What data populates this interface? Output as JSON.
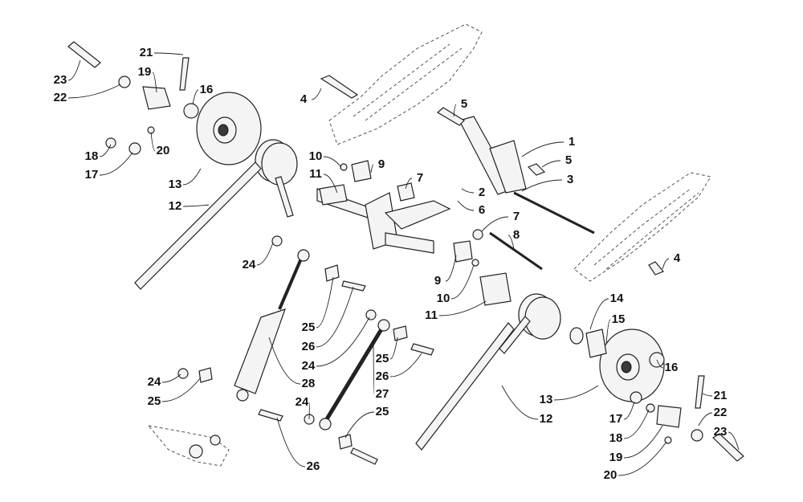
{
  "callouts": [
    {
      "id": "c1",
      "text": "1"
    },
    {
      "id": "c2",
      "text": "2"
    },
    {
      "id": "c3",
      "text": "3"
    },
    {
      "id": "c4a",
      "text": "4"
    },
    {
      "id": "c4b",
      "text": "4"
    },
    {
      "id": "c5a",
      "text": "5"
    },
    {
      "id": "c5b",
      "text": "5"
    },
    {
      "id": "c6",
      "text": "6"
    },
    {
      "id": "c7a",
      "text": "7"
    },
    {
      "id": "c7b",
      "text": "7"
    },
    {
      "id": "c8",
      "text": "8"
    },
    {
      "id": "c9a",
      "text": "9"
    },
    {
      "id": "c9b",
      "text": "9"
    },
    {
      "id": "c10a",
      "text": "10"
    },
    {
      "id": "c10b",
      "text": "10"
    },
    {
      "id": "c11a",
      "text": "11"
    },
    {
      "id": "c11b",
      "text": "11"
    },
    {
      "id": "c12a",
      "text": "12"
    },
    {
      "id": "c12b",
      "text": "12"
    },
    {
      "id": "c13a",
      "text": "13"
    },
    {
      "id": "c13b",
      "text": "13"
    },
    {
      "id": "c14",
      "text": "14"
    },
    {
      "id": "c15",
      "text": "15"
    },
    {
      "id": "c16a",
      "text": "16"
    },
    {
      "id": "c16b",
      "text": "16"
    },
    {
      "id": "c17a",
      "text": "17"
    },
    {
      "id": "c17b",
      "text": "17"
    },
    {
      "id": "c18a",
      "text": "18"
    },
    {
      "id": "c18b",
      "text": "18"
    },
    {
      "id": "c19a",
      "text": "19"
    },
    {
      "id": "c19b",
      "text": "19"
    },
    {
      "id": "c20a",
      "text": "20"
    },
    {
      "id": "c20b",
      "text": "20"
    },
    {
      "id": "c21a",
      "text": "21"
    },
    {
      "id": "c21b",
      "text": "21"
    },
    {
      "id": "c22a",
      "text": "22"
    },
    {
      "id": "c22b",
      "text": "22"
    },
    {
      "id": "c23a",
      "text": "23"
    },
    {
      "id": "c23b",
      "text": "23"
    },
    {
      "id": "c24a",
      "text": "24"
    },
    {
      "id": "c24b",
      "text": "24"
    },
    {
      "id": "c24c",
      "text": "24"
    },
    {
      "id": "c24d",
      "text": "24"
    },
    {
      "id": "c25a",
      "text": "25"
    },
    {
      "id": "c25b",
      "text": "25"
    },
    {
      "id": "c25c",
      "text": "25"
    },
    {
      "id": "c25d",
      "text": "25"
    },
    {
      "id": "c26a",
      "text": "26"
    },
    {
      "id": "c26b",
      "text": "26"
    },
    {
      "id": "c26c",
      "text": "26"
    },
    {
      "id": "c27",
      "text": "27"
    },
    {
      "id": "c28",
      "text": "28"
    }
  ],
  "colors": {
    "line": "#222222",
    "fill": "#f4f4f4",
    "dark": "#3a3a3a"
  }
}
